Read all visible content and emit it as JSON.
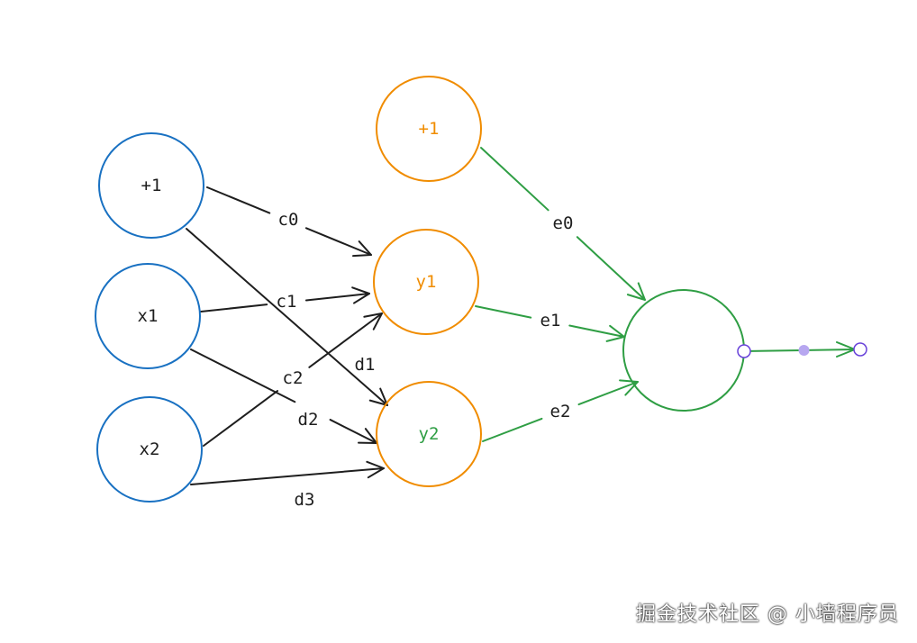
{
  "colors": {
    "input": "#1971c2",
    "hidden": "#f08c00",
    "output": "#2f9e44",
    "black": "#1e1e1e",
    "handle": "#6741d9",
    "handle_fill": "#b7a7f0"
  },
  "input_nodes": [
    {
      "id": "in_bias",
      "label": "+1"
    },
    {
      "id": "in_x1",
      "label": "x1"
    },
    {
      "id": "in_x2",
      "label": "x2"
    }
  ],
  "hidden_nodes": [
    {
      "id": "h_bias",
      "label": "+1"
    },
    {
      "id": "h_y1",
      "label": "y1"
    },
    {
      "id": "h_y2",
      "label": "y2"
    }
  ],
  "output_node": {
    "id": "out",
    "label": ""
  },
  "edges": [
    {
      "from": "in_bias",
      "to": "h_y1",
      "label": "c0"
    },
    {
      "from": "in_x1",
      "to": "h_y1",
      "label": "c1"
    },
    {
      "from": "in_x2",
      "to": "h_y1",
      "label": "c2"
    },
    {
      "from": "in_bias",
      "to": "h_y2",
      "label": "d1"
    },
    {
      "from": "in_x1",
      "to": "h_y2",
      "label": "d2"
    },
    {
      "from": "in_x2",
      "to": "h_y2",
      "label": "d3"
    },
    {
      "from": "h_bias",
      "to": "out",
      "label": "e0"
    },
    {
      "from": "h_y1",
      "to": "out",
      "label": "e1"
    },
    {
      "from": "h_y2",
      "to": "out",
      "label": "e2"
    }
  ],
  "watermark": "掘金技术社区 @ 小墙程序员"
}
